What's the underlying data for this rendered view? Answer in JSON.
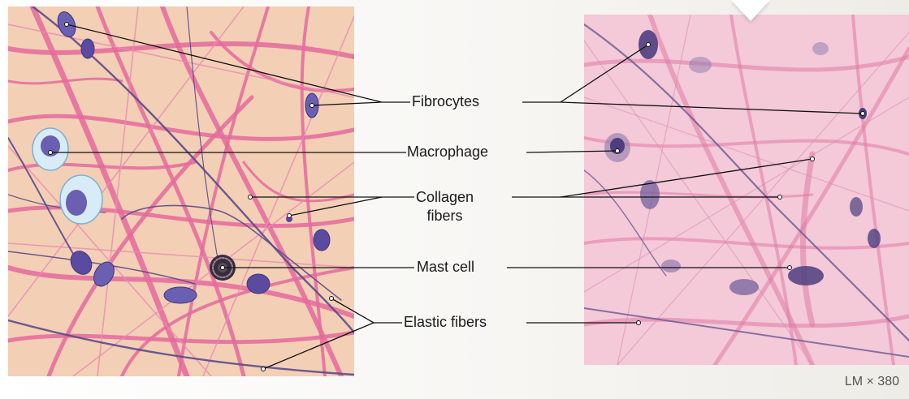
{
  "labels": {
    "fibrocytes": "Fibrocytes",
    "macrophage": "Macrophage",
    "collagen": "Collagen\nfibers",
    "mast_cell": "Mast cell",
    "elastic": "Elastic fibers"
  },
  "caption": "LM × 380",
  "colors": {
    "ground": "#f3cfb6",
    "collagen": "#e46a9c",
    "elastic": "#5b4a8a",
    "nucleus": "#5a4aa0",
    "photo_bg": "#f4c9d8",
    "leader": "#111111"
  }
}
